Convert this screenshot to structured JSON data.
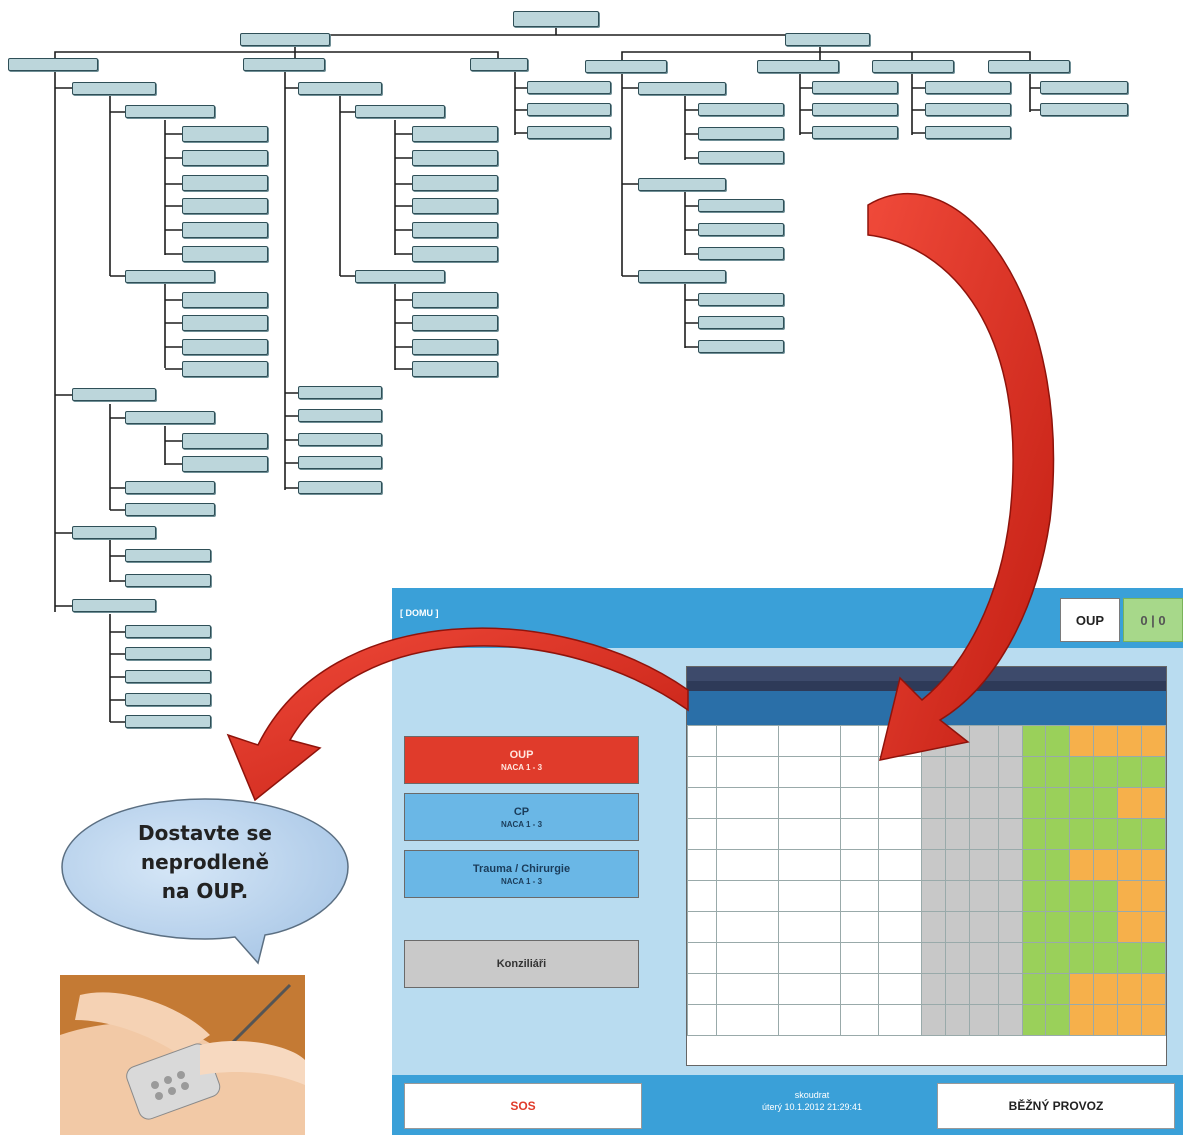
{
  "dashboard": {
    "breadcrumb": "[ DOMU ]",
    "header_oup": "OUP",
    "header_count": "0 | 0",
    "categories": [
      {
        "label": "OUP",
        "sub": "NACA 1 - 3",
        "color": "#e03b2b"
      },
      {
        "label": "CP",
        "sub": "NACA 1 - 3",
        "color": "#6ab7e6"
      },
      {
        "label": "Trauma / Chirurgie",
        "sub": "NACA 1 - 3",
        "color": "#6ab7e6"
      },
      {
        "label": "Konziliáři",
        "sub": "",
        "color": "#c9c9c9"
      }
    ],
    "sos_label": "SOS",
    "status_line1": "skoudrat",
    "status_line2": "úterý 10.1.2012 21:29:41",
    "mode_label": "BĚŽNÝ PROVOZ"
  },
  "bubble": {
    "line1": "Dostavte se",
    "line2": "neprodleně",
    "line3": "na OUP."
  },
  "colors": {
    "accent_blue": "#3aa0d8",
    "alert_red": "#e03b2b",
    "panel_bg": "#b9dcf0",
    "status_green": "#9ad05a",
    "status_orange": "#f6b04b"
  }
}
